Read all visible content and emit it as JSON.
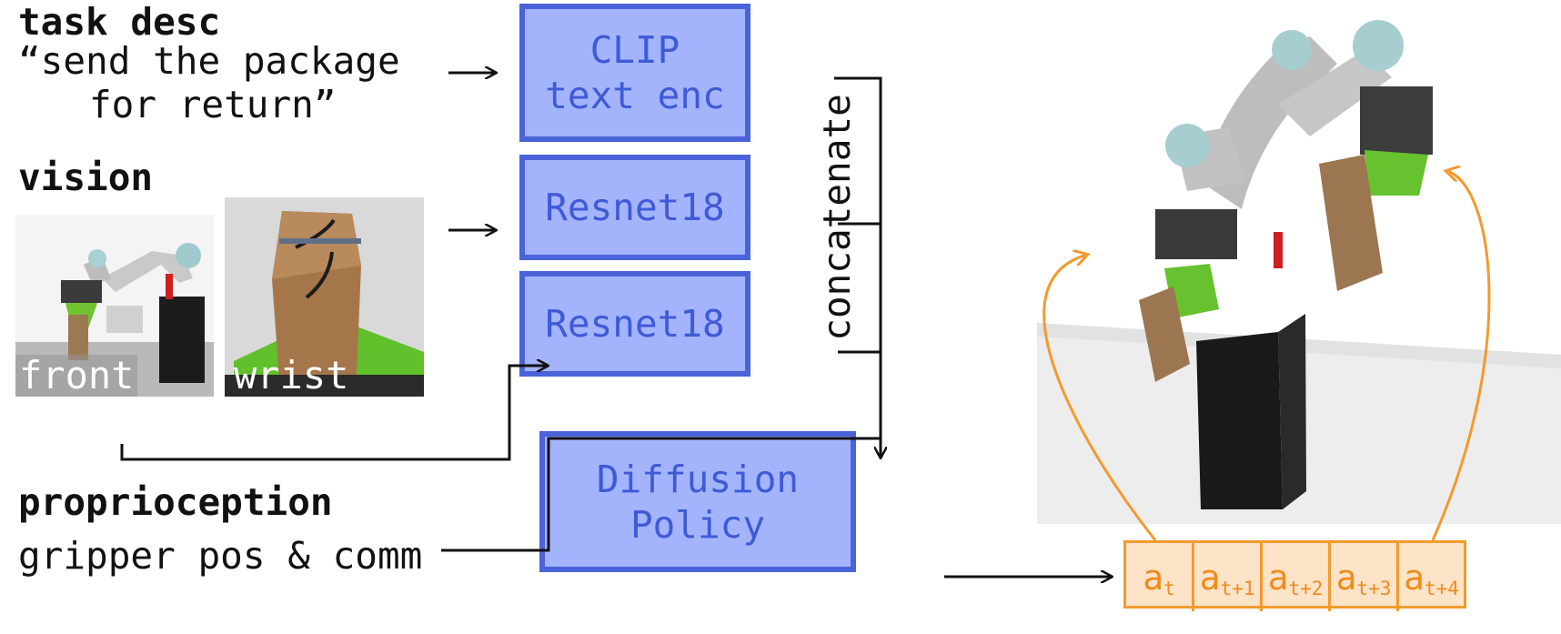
{
  "inputs": {
    "task_heading": "task desc",
    "task_line1": "“send the package",
    "task_line2": "for return”",
    "vision_heading": "vision",
    "front_label": "front",
    "wrist_label": "wrist",
    "proprio_heading": "proprioception",
    "proprio_line": "gripper pos & comm"
  },
  "encoders": {
    "clip_line1": "CLIP",
    "clip_line2": "text enc",
    "resnet_top": "Resnet18",
    "resnet_bottom": "Resnet18"
  },
  "concat_label": "concatenate",
  "policy": {
    "line1": "Diffusion",
    "line2": "Policy"
  },
  "actions": [
    {
      "base": "a",
      "sub": "t"
    },
    {
      "base": "a",
      "sub": "t+1"
    },
    {
      "base": "a",
      "sub": "t+2"
    },
    {
      "base": "a",
      "sub": "t+3"
    },
    {
      "base": "a",
      "sub": "t+4"
    }
  ],
  "colors": {
    "box_fill": "#a3b3fc",
    "box_border": "#4a63d9",
    "box_text": "#3f5ad6",
    "action_orange": "#f29a2e",
    "action_fill": "#fde3c8"
  }
}
